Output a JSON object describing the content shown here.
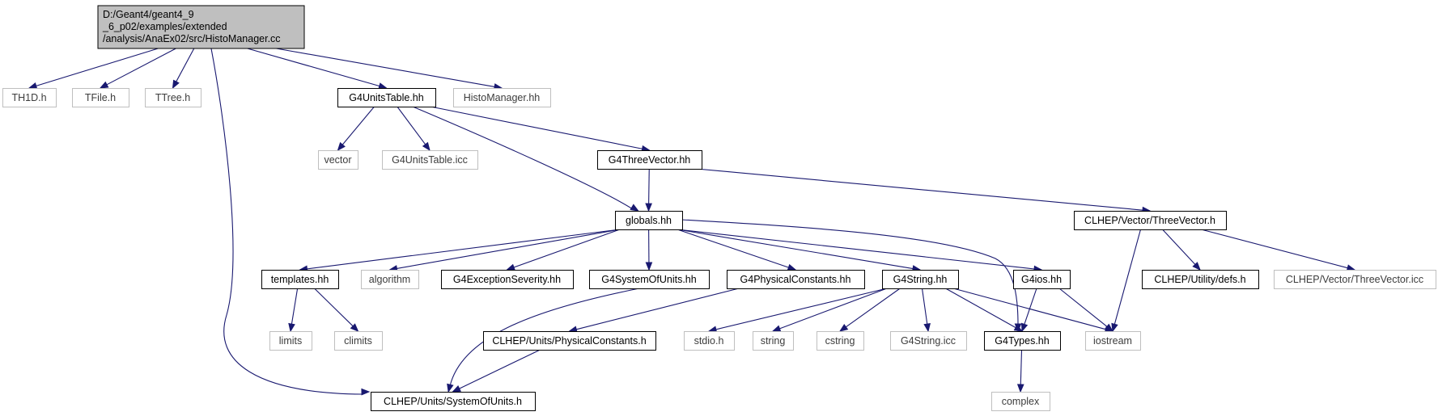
{
  "diagram": {
    "root": {
      "id": "root",
      "lines": [
        "D:/Geant4/geant4_9",
        "_6_p02/examples/extended",
        "/analysis/AnaEx02/src/HistoManager.cc"
      ]
    },
    "nodes": [
      {
        "id": "th1d",
        "label": "TH1D.h",
        "style": "ghost"
      },
      {
        "id": "tfile",
        "label": "TFile.h",
        "style": "ghost"
      },
      {
        "id": "ttree",
        "label": "TTree.h",
        "style": "ghost"
      },
      {
        "id": "g4unitstable",
        "label": "G4UnitsTable.hh",
        "style": "solid"
      },
      {
        "id": "histomanager",
        "label": "HistoManager.hh",
        "style": "ghost"
      },
      {
        "id": "vector",
        "label": "vector",
        "style": "ghost"
      },
      {
        "id": "g4unitstableicc",
        "label": "G4UnitsTable.icc",
        "style": "ghost"
      },
      {
        "id": "g4threevector",
        "label": "G4ThreeVector.hh",
        "style": "solid"
      },
      {
        "id": "globals",
        "label": "globals.hh",
        "style": "solid"
      },
      {
        "id": "clhepthreevector",
        "label": "CLHEP/Vector/ThreeVector.h",
        "style": "solid"
      },
      {
        "id": "templates",
        "label": "templates.hh",
        "style": "solid"
      },
      {
        "id": "algorithm",
        "label": "algorithm",
        "style": "ghost"
      },
      {
        "id": "g4exceptionseverity",
        "label": "G4ExceptionSeverity.hh",
        "style": "solid"
      },
      {
        "id": "g4systemofunits",
        "label": "G4SystemOfUnits.hh",
        "style": "solid"
      },
      {
        "id": "g4physicalconstants",
        "label": "G4PhysicalConstants.hh",
        "style": "solid"
      },
      {
        "id": "g4string",
        "label": "G4String.hh",
        "style": "solid"
      },
      {
        "id": "g4ios",
        "label": "G4ios.hh",
        "style": "solid"
      },
      {
        "id": "clhepdefs",
        "label": "CLHEP/Utility/defs.h",
        "style": "solid"
      },
      {
        "id": "clhepthreevectoricc",
        "label": "CLHEP/Vector/ThreeVector.icc",
        "style": "ghost"
      },
      {
        "id": "limits",
        "label": "limits",
        "style": "ghost"
      },
      {
        "id": "climits",
        "label": "climits",
        "style": "ghost"
      },
      {
        "id": "clhepphysconst",
        "label": "CLHEP/Units/PhysicalConstants.h",
        "style": "solid"
      },
      {
        "id": "stdio",
        "label": "stdio.h",
        "style": "ghost"
      },
      {
        "id": "string",
        "label": "string",
        "style": "ghost"
      },
      {
        "id": "cstring",
        "label": "cstring",
        "style": "ghost"
      },
      {
        "id": "g4stringicc",
        "label": "G4String.icc",
        "style": "ghost"
      },
      {
        "id": "g4types",
        "label": "G4Types.hh",
        "style": "solid"
      },
      {
        "id": "iostream",
        "label": "iostream",
        "style": "ghost"
      },
      {
        "id": "clhepsystemofunits",
        "label": "CLHEP/Units/SystemOfUnits.h",
        "style": "solid"
      },
      {
        "id": "complex",
        "label": "complex",
        "style": "ghost"
      }
    ],
    "edges": [
      [
        "root",
        "th1d"
      ],
      [
        "root",
        "tfile"
      ],
      [
        "root",
        "ttree"
      ],
      [
        "root",
        "g4unitstable"
      ],
      [
        "root",
        "histomanager"
      ],
      [
        "root",
        "clhepsystemofunits"
      ],
      [
        "g4unitstable",
        "vector"
      ],
      [
        "g4unitstable",
        "g4unitstableicc"
      ],
      [
        "g4unitstable",
        "g4threevector"
      ],
      [
        "g4unitstable",
        "globals"
      ],
      [
        "g4threevector",
        "globals"
      ],
      [
        "g4threevector",
        "clhepthreevector"
      ],
      [
        "globals",
        "templates"
      ],
      [
        "globals",
        "algorithm"
      ],
      [
        "globals",
        "g4exceptionseverity"
      ],
      [
        "globals",
        "g4systemofunits"
      ],
      [
        "globals",
        "g4physicalconstants"
      ],
      [
        "globals",
        "g4string"
      ],
      [
        "globals",
        "g4ios"
      ],
      [
        "globals",
        "g4types"
      ],
      [
        "clhepthreevector",
        "iostream"
      ],
      [
        "clhepthreevector",
        "clhepdefs"
      ],
      [
        "clhepthreevector",
        "clhepthreevectoricc"
      ],
      [
        "templates",
        "limits"
      ],
      [
        "templates",
        "climits"
      ],
      [
        "g4systemofunits",
        "clhepsystemofunits"
      ],
      [
        "g4physicalconstants",
        "clhepphysconst"
      ],
      [
        "clhepphysconst",
        "clhepsystemofunits"
      ],
      [
        "g4string",
        "stdio"
      ],
      [
        "g4string",
        "string"
      ],
      [
        "g4string",
        "cstring"
      ],
      [
        "g4string",
        "g4stringicc"
      ],
      [
        "g4string",
        "g4types"
      ],
      [
        "g4string",
        "iostream"
      ],
      [
        "g4ios",
        "g4types"
      ],
      [
        "g4ios",
        "iostream"
      ],
      [
        "g4types",
        "complex"
      ]
    ]
  }
}
